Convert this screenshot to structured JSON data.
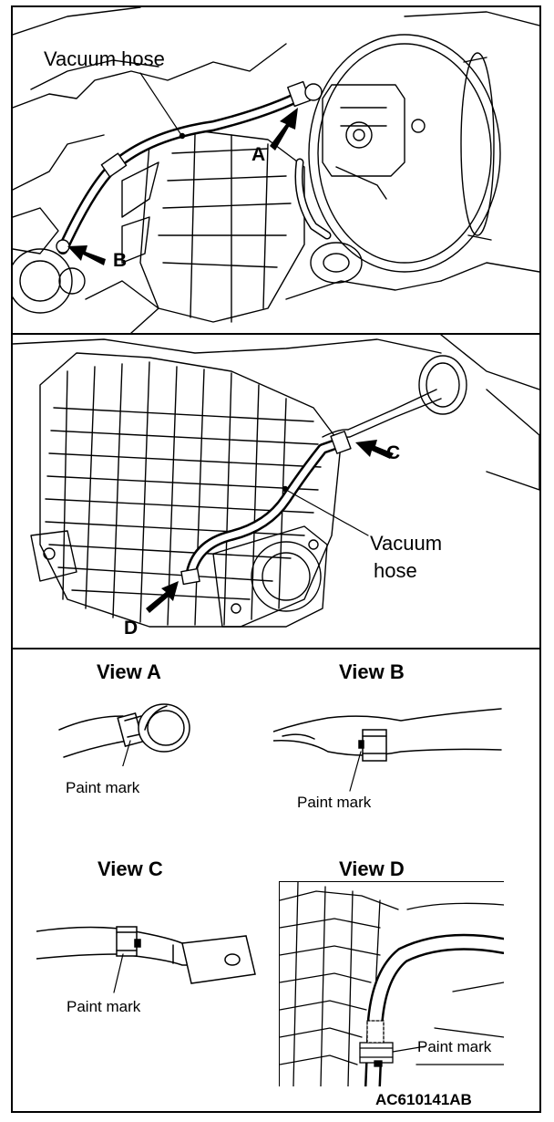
{
  "top_panel": {
    "hose_label": "Vacuum hose",
    "arrow_a": "A",
    "arrow_b": "B"
  },
  "middle_panel": {
    "hose_label_line1": "Vacuum",
    "hose_label_line2": "hose",
    "arrow_c": "C",
    "arrow_d": "D"
  },
  "views": {
    "a": {
      "title": "View A",
      "paint_label": "Paint mark"
    },
    "b": {
      "title": "View B",
      "paint_label": "Paint mark"
    },
    "c": {
      "title": "View C",
      "paint_label": "Paint mark"
    },
    "d": {
      "title": "View D",
      "paint_label": "Paint mark"
    }
  },
  "figure_code": "AC610141AB"
}
